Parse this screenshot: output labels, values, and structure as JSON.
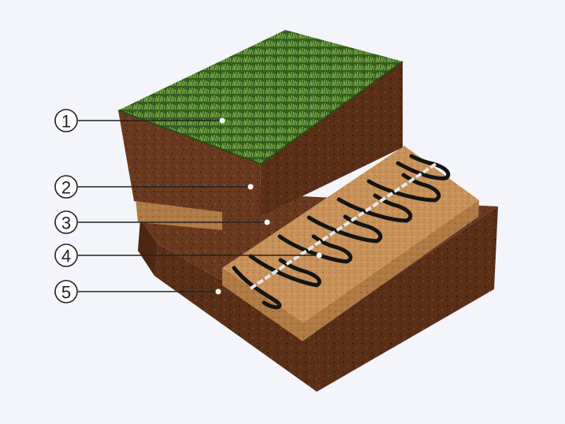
{
  "callouts": [
    {
      "label": "1",
      "layer": "grass"
    },
    {
      "label": "2",
      "layer": "soil"
    },
    {
      "label": "3",
      "layer": "sand"
    },
    {
      "label": "4",
      "layer": "heating-cable"
    },
    {
      "label": "5",
      "layer": "base-soil"
    }
  ],
  "colors": {
    "background": "#f3f5fa",
    "grass": "#3f6b2b",
    "soil": "#6b3d22",
    "sand": "#c9955d",
    "cable": "#151515",
    "tape": "#dcdcdc"
  }
}
